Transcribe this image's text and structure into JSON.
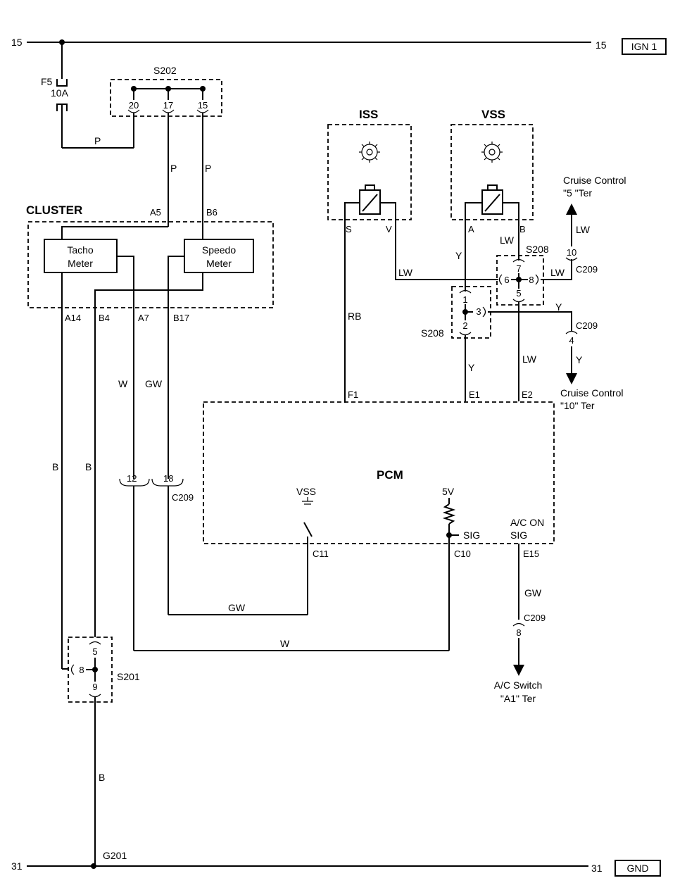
{
  "rails": {
    "top_left": "15",
    "top_right": "15",
    "top_tag": "IGN 1",
    "bottom_left": "31",
    "bottom_right": "31",
    "bottom_tag": "GND"
  },
  "fuse": {
    "name": "F5",
    "rating": "10A"
  },
  "s202": {
    "name": "S202",
    "pins": [
      "20",
      "17",
      "15"
    ]
  },
  "cluster": {
    "title": "CLUSTER",
    "tacho_line1": "Tacho",
    "tacho_line2": "Meter",
    "speedo_line1": "Speedo",
    "speedo_line2": "Meter",
    "pin_a5": "A5",
    "pin_b6": "B6",
    "pin_a14": "A14",
    "pin_b4": "B4",
    "pin_a7": "A7",
    "pin_b17": "B17"
  },
  "iss": {
    "title": "ISS",
    "pin_s": "S",
    "pin_v": "V"
  },
  "vss": {
    "title": "VSS",
    "pin_a": "A",
    "pin_b": "B"
  },
  "pcm": {
    "title": "PCM",
    "pin_f1": "F1",
    "pin_e1": "E1",
    "pin_e2": "E2",
    "vss_label": "VSS",
    "v5_label": "5V",
    "sig_label": "SIG",
    "ac_on_line1": "A/C ON",
    "ac_on_line2": "SIG",
    "pin_c11": "C11",
    "pin_c10": "C10",
    "pin_e15": "E15"
  },
  "s208": {
    "name_upper": "S208",
    "name_lower": "S208",
    "pin6": "6",
    "pin7": "7",
    "pin8": "8",
    "pin5": "5",
    "pin1": "1",
    "pin2": "2",
    "pin3": "3"
  },
  "c209": {
    "name": "C209",
    "pin10": "10",
    "pin4": "4",
    "pin12": "12",
    "pin18": "18",
    "pin8": "8"
  },
  "s201": {
    "name": "S201",
    "pin5": "5",
    "pin8": "8",
    "pin9": "9"
  },
  "ground": {
    "name": "G201"
  },
  "wires": {
    "p1": "P",
    "p2": "P",
    "p3": "P",
    "b1": "B",
    "b2": "B",
    "b3": "B",
    "w1": "W",
    "w2": "W",
    "gw1": "GW",
    "gw2": "GW",
    "gw3": "GW",
    "rb": "RB",
    "lw1": "LW",
    "lw2": "LW",
    "lw3": "LW",
    "lw4": "LW",
    "lw5": "LW",
    "y1": "Y",
    "y2": "Y",
    "y3": "Y",
    "y4": "Y"
  },
  "destinations": {
    "cruise5_line1": "Cruise Control",
    "cruise5_line2": "\"5 \"Ter",
    "cruise10_line1": "Cruise Control",
    "cruise10_line2": "\"10\" Ter",
    "ac_switch_line1": "A/C Switch",
    "ac_switch_line2": "\"A1\" Ter"
  },
  "icons": [
    "gear-icon",
    "solenoid-icon",
    "fuse-icon",
    "arrow-up-icon",
    "arrow-down-icon",
    "resistor-icon",
    "switch-icon"
  ]
}
